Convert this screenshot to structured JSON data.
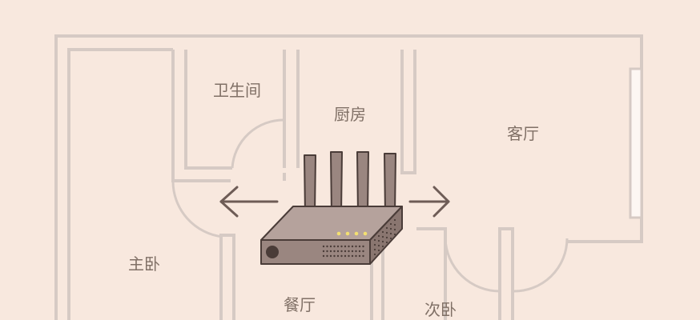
{
  "rooms": {
    "bathroom": "卫生间",
    "kitchen": "厨房",
    "living_room": "客厅",
    "master_bedroom": "主卧",
    "dining_room": "餐厅",
    "second_bedroom": "次卧"
  },
  "colors": {
    "background": "#f8e8de",
    "wall": "#d6cac4",
    "label": "#807066",
    "router_body": "#9a8680",
    "router_top": "#b5a29c",
    "router_outline": "#4a3c38",
    "indicator": "#f4e070",
    "arrow": "#6e5c56"
  },
  "icons": {
    "router": "wifi-router-icon",
    "arrow_left": "arrow-left-icon",
    "arrow_right": "arrow-right-icon"
  }
}
